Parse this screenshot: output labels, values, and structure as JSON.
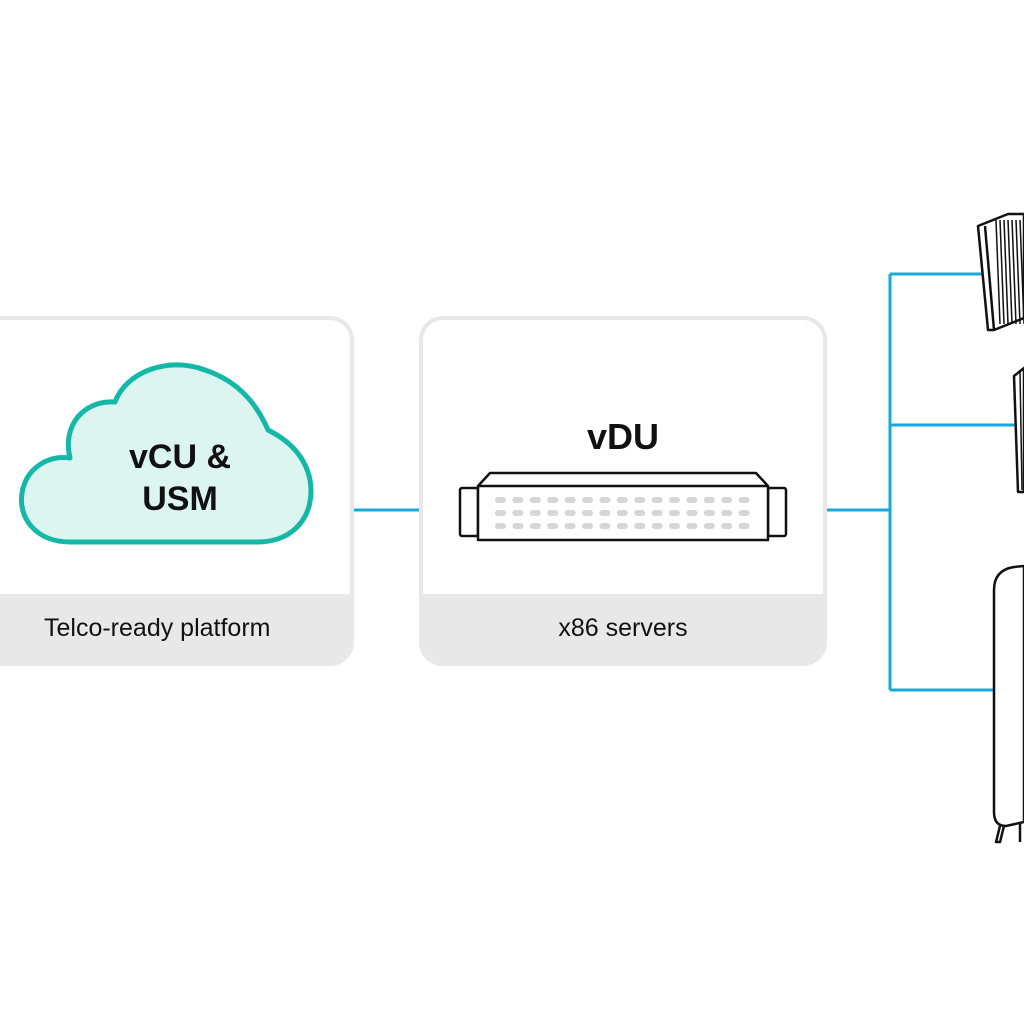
{
  "diagram": {
    "platform": {
      "cloud_label_line1": "vCU &",
      "cloud_label_line2": "USM",
      "footer_label": "Telco-ready platform"
    },
    "servers": {
      "title": "vDU",
      "footer_label": "x86 servers"
    },
    "colors": {
      "connector": "#1aa7dc",
      "cloud_fill": "#dcf5f1",
      "cloud_stroke": "#14b8a6",
      "card_border": "#e8e8e8",
      "outline": "#111111"
    },
    "icons": {
      "cloud": "cloud-icon",
      "server": "rack-server-icon",
      "radio_unit_1": "radio-unit-icon",
      "radio_unit_2": "radio-unit-icon",
      "cabinet": "cabinet-unit-icon"
    }
  }
}
